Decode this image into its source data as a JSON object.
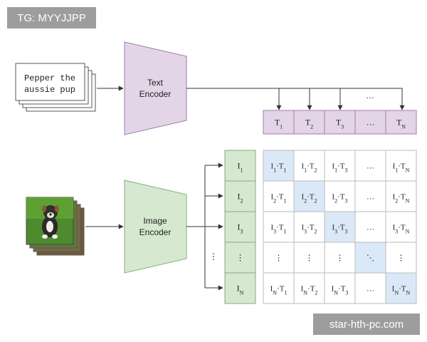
{
  "watermarks": {
    "top_left": "TG: MYYJJPP",
    "bottom_right": "star-hth-pc.com"
  },
  "text_input": {
    "line1": "Pepper the",
    "line2": "aussie pup"
  },
  "text_encoder": {
    "line1": "Text",
    "line2": "Encoder"
  },
  "image_encoder": {
    "line1": "Image",
    "line2": "Encoder"
  },
  "colors": {
    "text_encoder_fill": "#e4d4e8",
    "text_encoder_stroke": "#9b7ea8",
    "image_encoder_fill": "#d6e8d0",
    "image_encoder_stroke": "#86ad7b",
    "diagonal_fill": "#dae8f7",
    "grid_stroke": "#bbbbbb"
  },
  "icons": {
    "image_input": "puppy-photo-stack"
  },
  "text_embeddings": [
    "T1",
    "T2",
    "T3",
    "…",
    "TN"
  ],
  "top_arrow_ellipsis": "…",
  "image_embeddings": [
    "I1",
    "I2",
    "I3",
    "⋮",
    "IN"
  ],
  "left_arrow_ellipsis": "⋮",
  "matrix": [
    [
      "I1·T1",
      "I1·T2",
      "I1·T3",
      "…",
      "I1·TN"
    ],
    [
      "I2·T1",
      "I2·T2",
      "I2·T3",
      "…",
      "I2·TN"
    ],
    [
      "I3·T1",
      "I3·T2",
      "I3·T3",
      "…",
      "I3·TN"
    ],
    [
      "⋮",
      "⋮",
      "⋮",
      "⋱",
      "⋮"
    ],
    [
      "IN·T1",
      "IN·T2",
      "IN·T3",
      "…",
      "IN·TN"
    ]
  ]
}
